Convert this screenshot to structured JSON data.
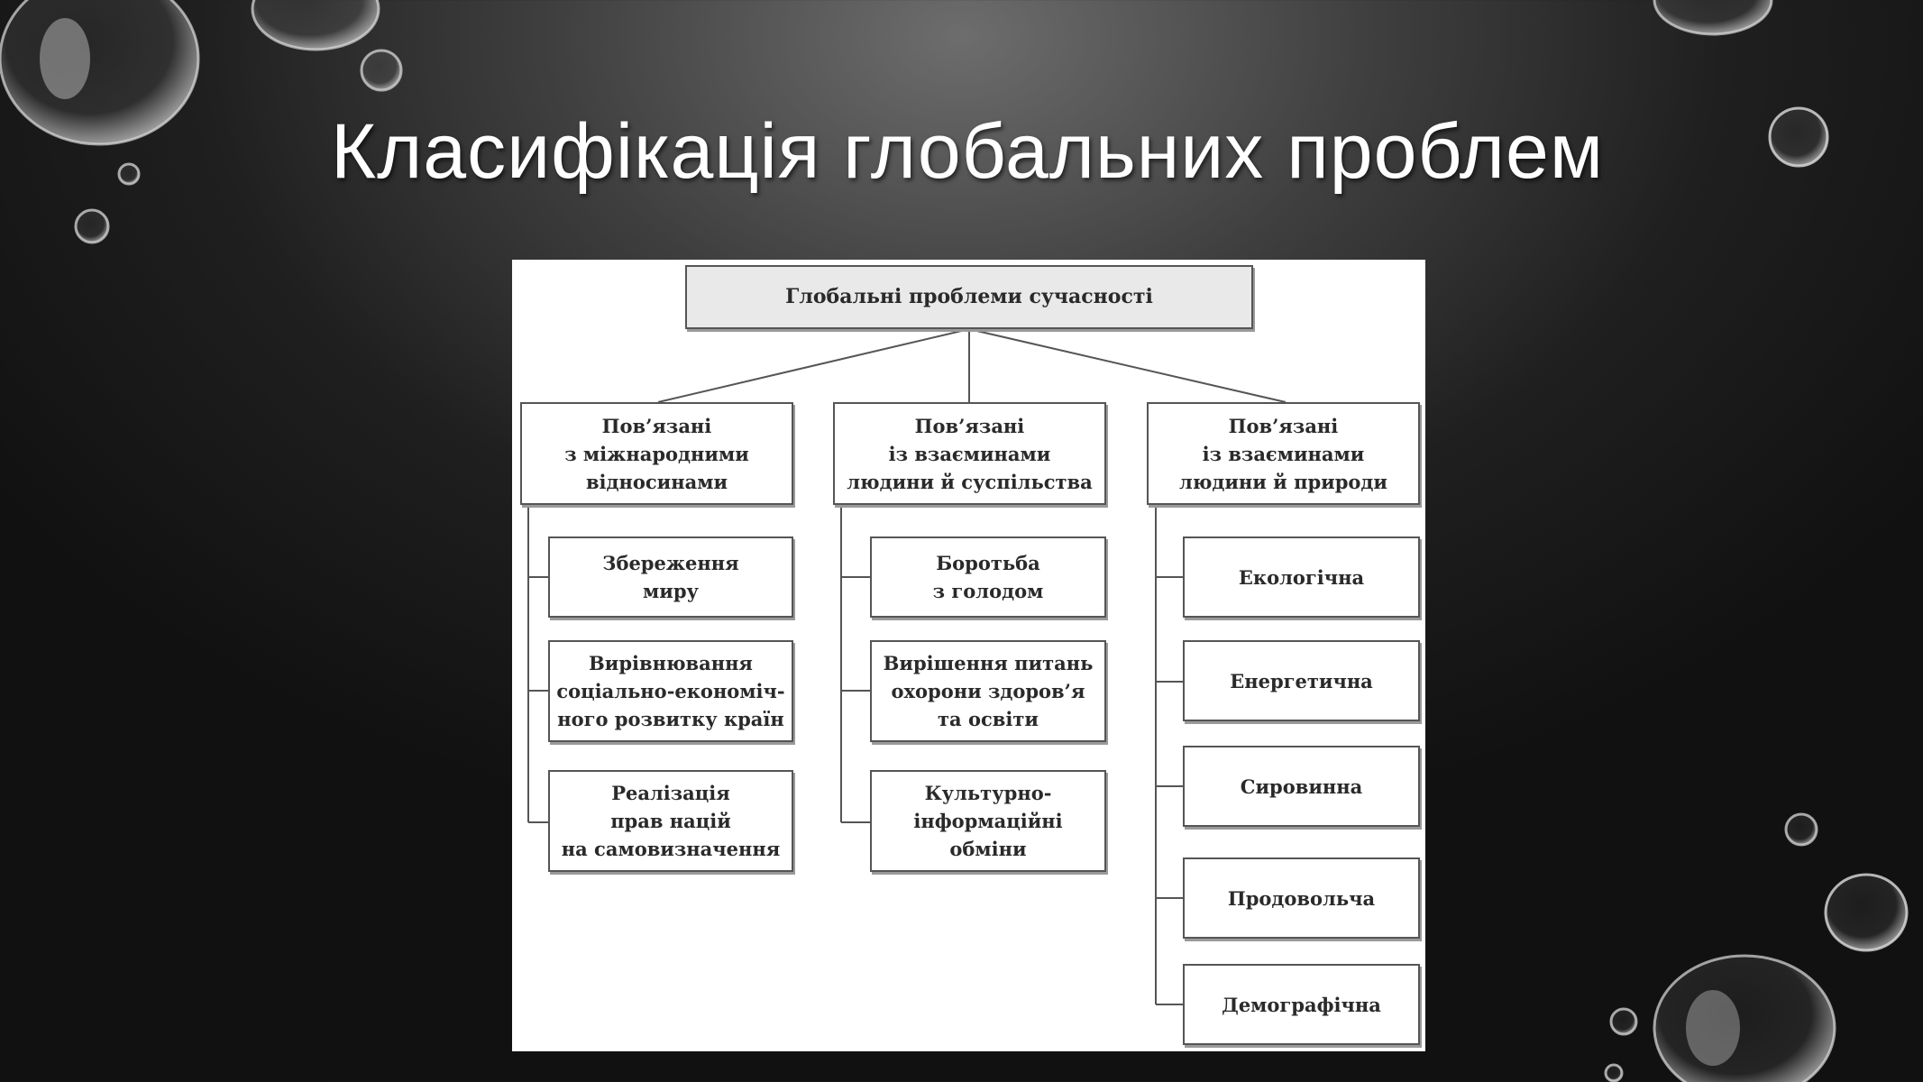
{
  "slide": {
    "title": "Класифікація глобальних проблем"
  },
  "diagram": {
    "root": {
      "label": "Глобальні проблеми сучасності"
    },
    "categories": [
      {
        "lines": [
          "Пов’язані",
          "з міжнародними",
          "відносинами"
        ],
        "items": [
          {
            "lines": [
              "Збереження",
              "миру"
            ]
          },
          {
            "lines": [
              "Вирівнювання",
              "соціально-економіч-",
              "ного розвитку країн"
            ]
          },
          {
            "lines": [
              "Реалізація",
              "прав націй",
              "на самовизначення"
            ]
          }
        ]
      },
      {
        "lines": [
          "Пов’язані",
          "із взаєминами",
          "людини й суспільства"
        ],
        "items": [
          {
            "lines": [
              "Боротьба",
              "з голодом"
            ]
          },
          {
            "lines": [
              "Вирішення питань",
              "охорони здоров’я",
              "та освіти"
            ]
          },
          {
            "lines": [
              "Культурно-",
              "інформаційні",
              "обміни"
            ]
          }
        ]
      },
      {
        "lines": [
          "Пов’язані",
          "із взаєминами",
          "людини й природи"
        ],
        "items": [
          {
            "lines": [
              "Екологічна"
            ]
          },
          {
            "lines": [
              "Енергетична"
            ]
          },
          {
            "lines": [
              "Сировинна"
            ]
          },
          {
            "lines": [
              "Продовольча"
            ]
          },
          {
            "lines": [
              "Демографічна"
            ]
          }
        ]
      }
    ]
  }
}
